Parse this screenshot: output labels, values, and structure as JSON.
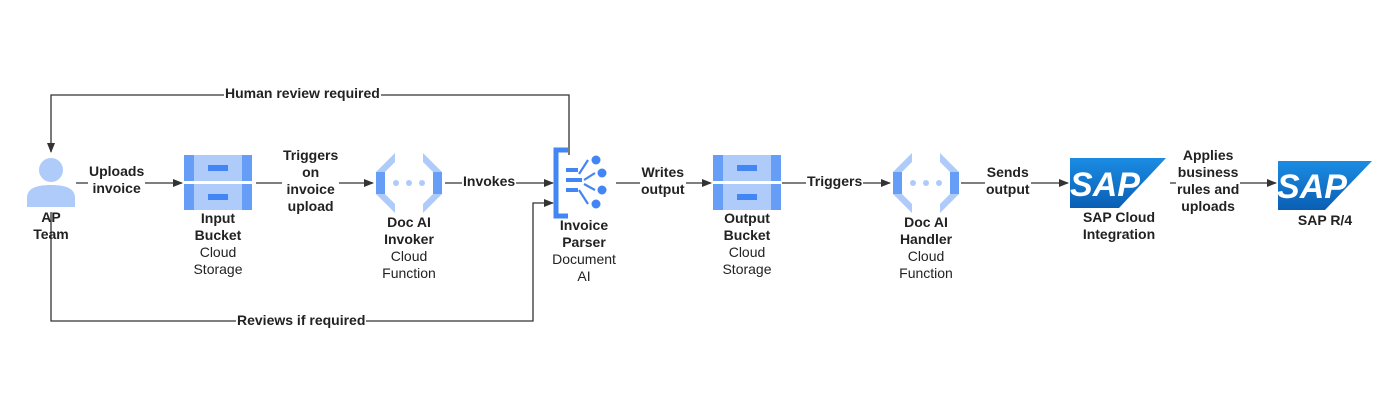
{
  "nodes": {
    "ap_team": {
      "name": [
        "AP",
        "Team"
      ]
    },
    "input_bucket": {
      "name": [
        "Input",
        "Bucket"
      ],
      "type": [
        "Cloud",
        "Storage"
      ]
    },
    "invoker": {
      "name": [
        "Doc AI",
        "Invoker"
      ],
      "type": [
        "Cloud",
        "Function"
      ]
    },
    "parser": {
      "name": [
        "Invoice",
        "Parser"
      ],
      "type": [
        "Document",
        "AI"
      ]
    },
    "output_bucket": {
      "name": [
        "Output",
        "Bucket"
      ],
      "type": [
        "Cloud",
        "Storage"
      ]
    },
    "handler": {
      "name": [
        "Doc AI",
        "Handler"
      ],
      "type": [
        "Cloud",
        "Function"
      ]
    },
    "sap_ci": {
      "logo": "SAP",
      "name": [
        "SAP Cloud",
        "Integration"
      ]
    },
    "sap_r4": {
      "logo": "SAP",
      "name": [
        "SAP R/4"
      ]
    }
  },
  "edges": {
    "human_review": [
      "Human review required"
    ],
    "uploads": [
      "Uploads",
      "invoice"
    ],
    "triggers_upload": [
      "Triggers",
      "on",
      "invoice",
      "upload"
    ],
    "invokes": [
      "Invokes"
    ],
    "writes": [
      "Writes",
      "output"
    ],
    "triggers": [
      "Triggers"
    ],
    "sends": [
      "Sends",
      "output"
    ],
    "applies": [
      "Applies",
      "business",
      "rules and",
      "uploads"
    ],
    "reviews": [
      "Reviews if required"
    ]
  },
  "colors": {
    "primary": "#4285f4",
    "light": "#aecbfa",
    "sap": "#0a6ed1",
    "line": "#333333"
  },
  "icons": {
    "ap_team": "person-icon",
    "bucket": "storage-bucket-icon",
    "function": "cloud-function-icon",
    "parser": "document-ai-icon",
    "sap": "sap-logo-icon"
  }
}
